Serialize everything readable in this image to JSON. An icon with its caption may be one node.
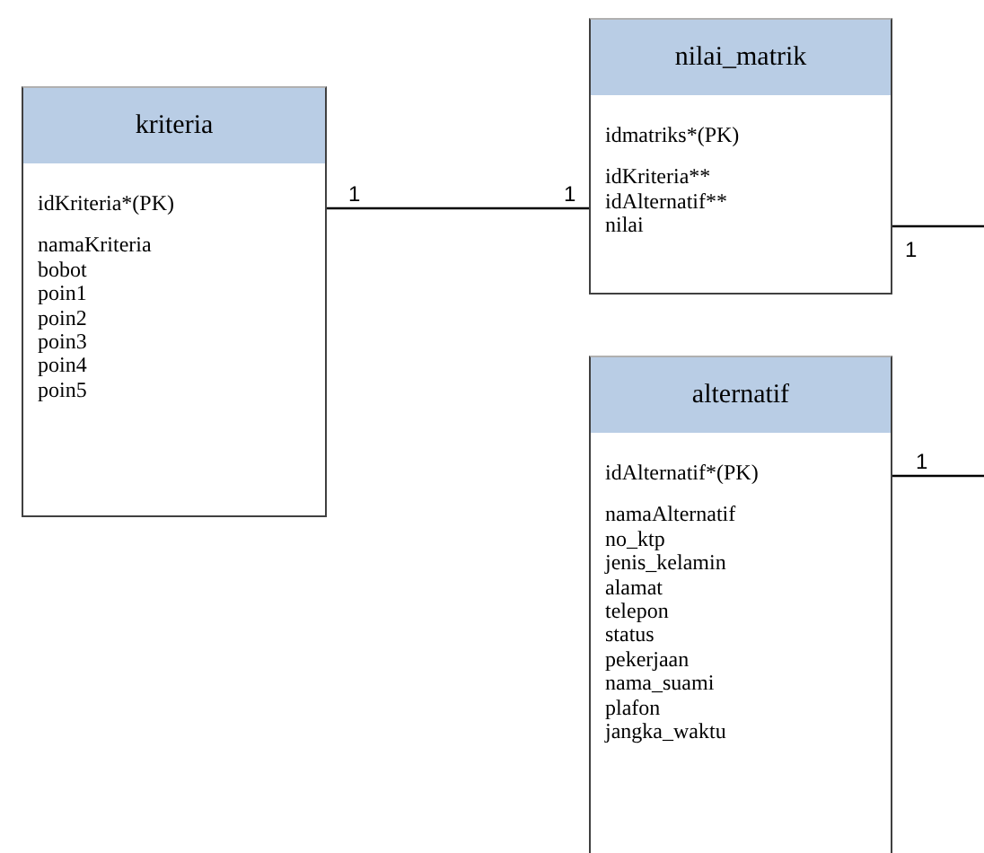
{
  "diagram": {
    "nodes": [
      {
        "text": [
          "kriteria",
          "idKriteria*(PK)",
          "namaKriteria",
          "bobot",
          "poin1",
          "poin2",
          "poin3",
          "poin4",
          "poin5"
        ]
      },
      {
        "text": [
          "nilai_matrik",
          "idmatriks*(PK)",
          "idKriteria**",
          "idAlternatif**",
          "nilai"
        ]
      },
      {
        "text": [
          "alternatif",
          "idAlternatif*(PK)",
          "namaAlternatif",
          "no_ktp",
          "jenis_kelamin",
          "alamat",
          "telepon",
          "status",
          "pekerjaan",
          "nama_suami",
          "plafon",
          "jangka_waktu"
        ]
      }
    ],
    "edges": [
      {
        "from": 0,
        "to": 1,
        "arrow": "none",
        "label": "1"
      },
      {
        "from": 1,
        "to": null,
        "arrow": "none",
        "label": "1"
      },
      {
        "from": 2,
        "to": null,
        "arrow": "none",
        "label": "1"
      }
    ],
    "labels": [
      "1"
    ]
  }
}
